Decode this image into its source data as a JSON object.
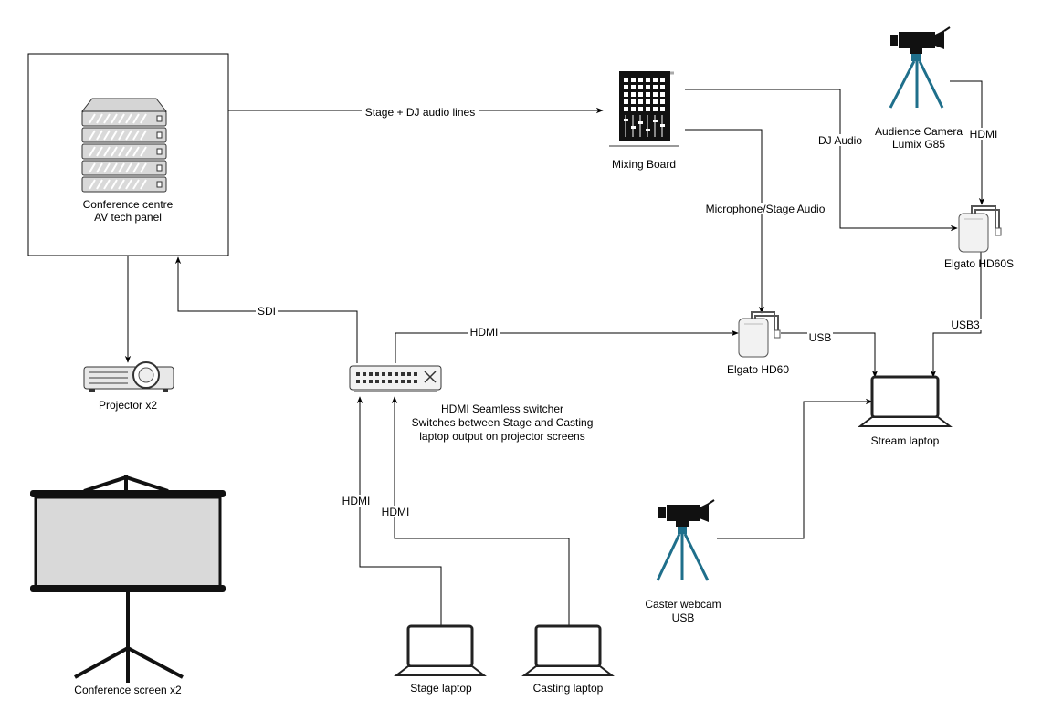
{
  "nodes": {
    "av_panel": {
      "line1": "Conference centre",
      "line2": "AV tech panel"
    },
    "mixing_board": {
      "label": "Mixing Board"
    },
    "audience_camera": {
      "line1": "Audience Camera",
      "line2": "Lumix G85"
    },
    "elgato_hd60s": {
      "label": "Elgato HD60S"
    },
    "projector": {
      "label": "Projector x2"
    },
    "switcher": {
      "line1": "HDMI Seamless switcher",
      "line2": "Switches between Stage and Casting",
      "line3": "laptop output on projector screens"
    },
    "elgato_hd60": {
      "label": "Elgato HD60"
    },
    "stream_laptop": {
      "label": "Stream laptop"
    },
    "screen": {
      "label": "Conference screen x2"
    },
    "caster_webcam": {
      "line1": "Caster webcam",
      "line2": "USB"
    },
    "stage_laptop": {
      "label": "Stage laptop"
    },
    "casting_laptop": {
      "label": "Casting laptop"
    }
  },
  "edges": {
    "stage_dj_audio": "Stage + DJ audio lines",
    "dj_audio": "DJ Audio",
    "camera_hdmi": "HDMI",
    "mic_stage_audio": "Microphone/Stage Audio",
    "sdi": "SDI",
    "switcher_hdmi": "HDMI",
    "usb": "USB",
    "usb3": "USB3",
    "stage_hdmi": "HDMI",
    "casting_hdmi": "HDMI"
  },
  "colors": {
    "line": "#000000",
    "tripod": "#1f6f8b",
    "device_fill": "#f2f2f2",
    "screen_fill": "#d9d9d9"
  }
}
